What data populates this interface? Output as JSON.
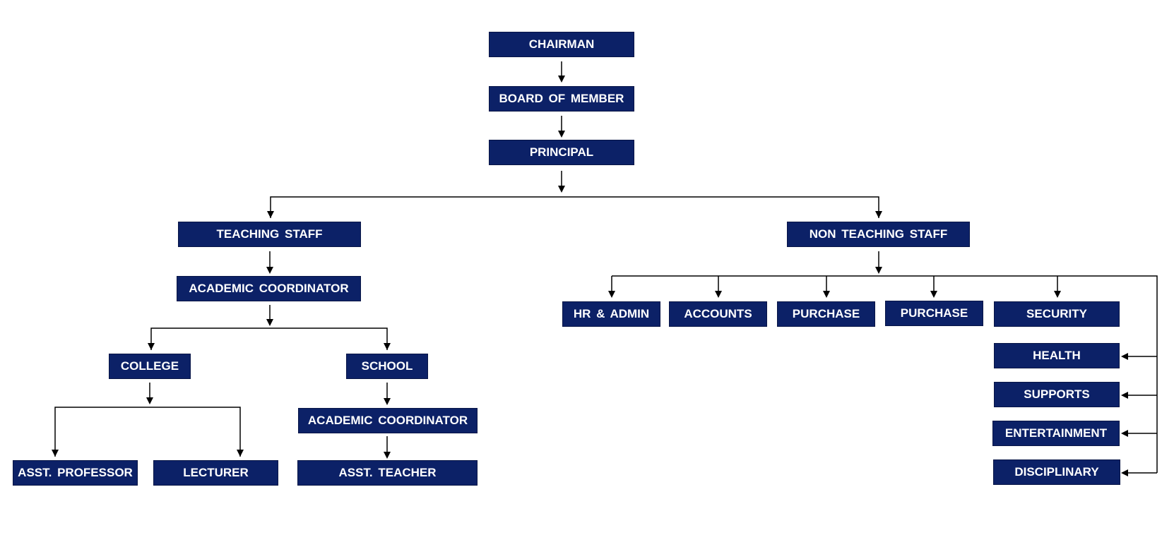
{
  "diagram": {
    "nodes": {
      "chairman": "CHAIRMAN",
      "board": "BOARD OF MEMBER",
      "principal": "PRINCIPAL",
      "teaching_staff": "TEACHING STAFF",
      "non_teaching_staff": "NON TEACHING STAFF",
      "academic_coordinator": "ACADEMIC COORDINATOR",
      "college": "COLLEGE",
      "school": "SCHOOL",
      "school_academic_coordinator": "ACADEMIC COORDINATOR",
      "asst_professor": "ASST. PROFESSOR",
      "lecturer": "LECTURER",
      "asst_teacher": "ASST. TEACHER",
      "hr_admin": "HR & ADMIN",
      "accounts": "ACCOUNTS",
      "purchase_1": "PURCHASE",
      "purchase_2": "PURCHASE",
      "security": "SECURITY",
      "health": "HEALTH",
      "supports": "SUPPORTS",
      "entertainment": "ENTERTAINMENT",
      "disciplinary": "DISCIPLINARY"
    },
    "colors": {
      "box_fill": "#0c2167",
      "box_text": "#ffffff",
      "connector": "#000000"
    }
  }
}
